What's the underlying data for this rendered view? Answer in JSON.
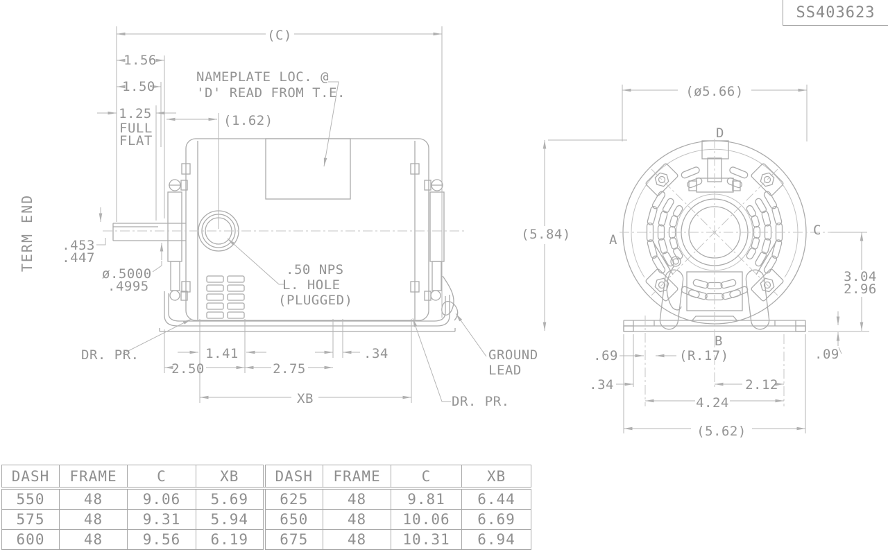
{
  "title_block": {
    "drawing_number": "SS403623"
  },
  "side_view": {
    "dim_c": "(C)",
    "dim_156": "1.56",
    "dim_150": "1.50",
    "dim_125": "1.25",
    "full": "FULL",
    "flat": "FLAT",
    "dim_162": "(1.62)",
    "nameplate_note_1": "NAMEPLATE LOC. @",
    "nameplate_note_2": "'D' READ FROM T.E.",
    "term_end": "TERM END",
    "dim_453": ".453",
    "dim_447": ".447",
    "dim_dia_5000": "ø.5000",
    "dim_dia_4995": ".4995",
    "nps_note_1": ".50 NPS",
    "nps_note_2": "L. HOLE",
    "nps_note_3": "(PLUGGED)",
    "dr_pr_left": "DR. PR.",
    "dim_141": "1.41",
    "dim_250": "2.50",
    "dim_275": "2.75",
    "dim_34": ".34",
    "dim_xb": "XB",
    "ground_1": "GROUND",
    "ground_2": "LEAD",
    "dr_pr_right": "DR. PR."
  },
  "end_view": {
    "dim_dia": "(ø5.66)",
    "dim_height": "(5.84)",
    "label_a": "A",
    "label_b": "B",
    "label_c": "C",
    "label_d": "D",
    "dim_304": "3.04",
    "dim_296": "2.96",
    "dim_09": ".09",
    "dim_69": ".69",
    "dim_r17": "(R.17)",
    "dim_34": ".34",
    "dim_212": "2.12",
    "dim_424": "4.24",
    "dim_562": "(5.62)"
  },
  "table": {
    "headers": [
      "DASH",
      "FRAME",
      "C",
      "XB",
      "DASH",
      "FRAME",
      "C",
      "XB"
    ],
    "rows": [
      [
        "550",
        "48",
        "9.06",
        "5.69",
        "625",
        "48",
        "9.81",
        "6.44"
      ],
      [
        "575",
        "48",
        "9.31",
        "5.94",
        "650",
        "48",
        "10.06",
        "6.69"
      ],
      [
        "600",
        "48",
        "9.56",
        "6.19",
        "675",
        "48",
        "10.31",
        "6.94"
      ]
    ]
  },
  "colors": {
    "line": "#ababab",
    "dim_line": "#b5b5b5",
    "text": "#949494",
    "table_border": "#a8a8a8"
  }
}
